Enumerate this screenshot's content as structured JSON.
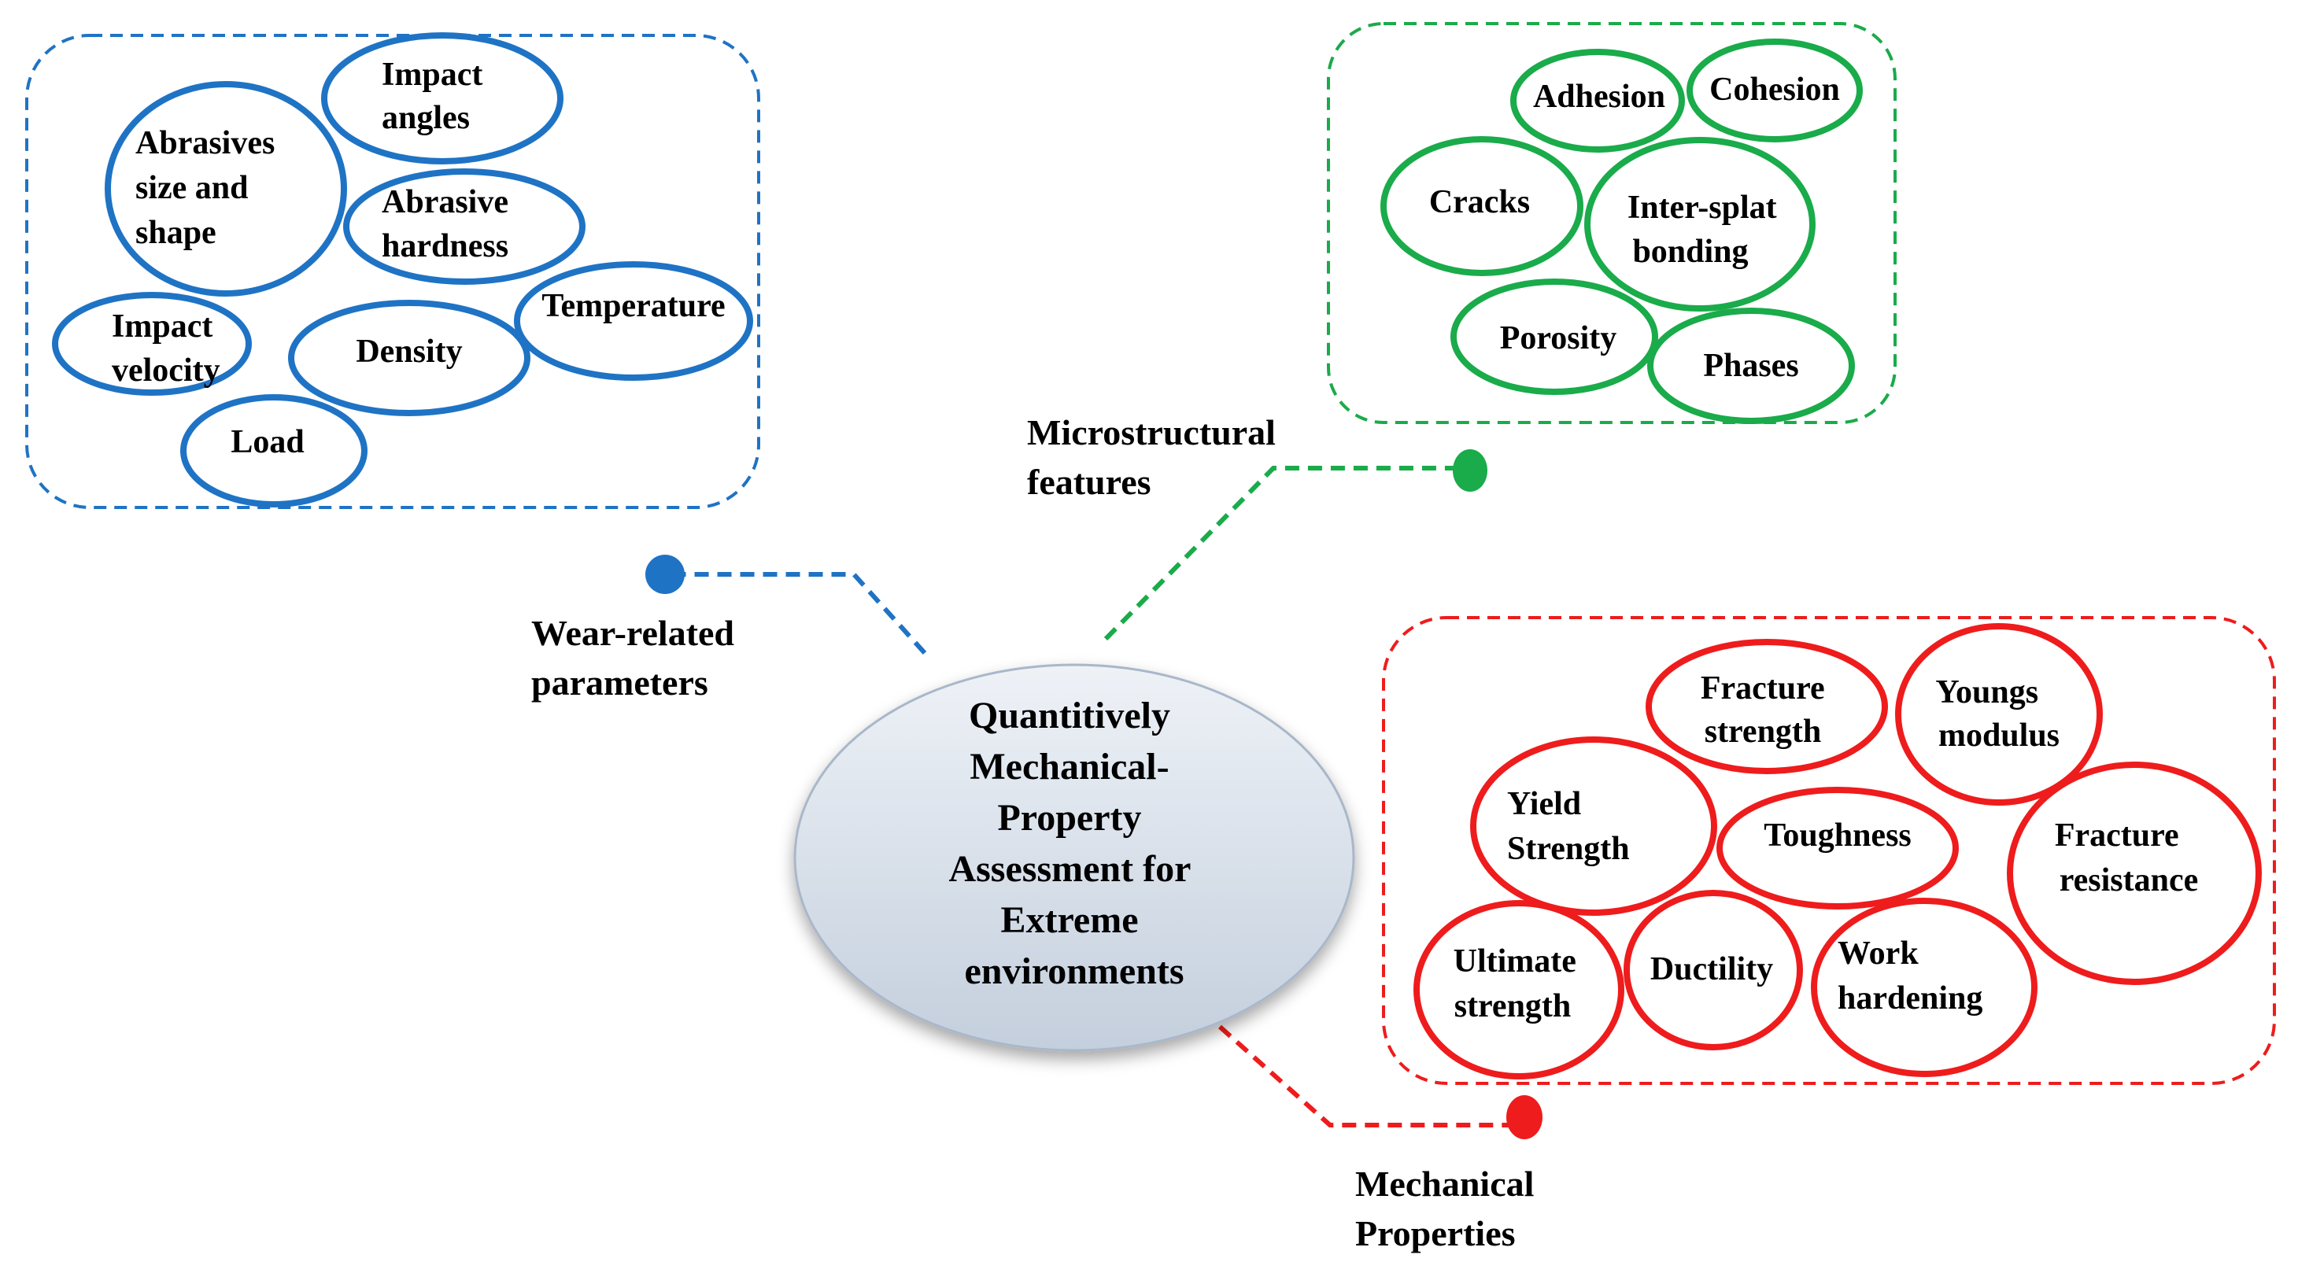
{
  "colors": {
    "wear": "#1f73c4",
    "micro": "#1aab4a",
    "mech": "#ee1c1c",
    "center_fill_top": "#eef2f7",
    "center_fill_bottom": "#c4cfdd"
  },
  "center": {
    "lines": [
      "Quantitively",
      "Mechanical-",
      "Property",
      "Assessment for",
      "Extreme",
      "environments"
    ]
  },
  "groups": {
    "wear": {
      "label_lines": [
        "Wear-related",
        "parameters"
      ],
      "nodes": [
        [
          "Impact",
          "angles"
        ],
        [
          "Abrasives",
          "size and",
          "shape"
        ],
        [
          "Abrasive",
          "hardness"
        ],
        [
          "Temperature"
        ],
        [
          "Impact",
          "velocity"
        ],
        [
          "Density"
        ],
        [
          "Load"
        ]
      ]
    },
    "micro": {
      "label_lines": [
        "Microstructural",
        "features"
      ],
      "nodes": [
        [
          "Adhesion"
        ],
        [
          "Cohesion"
        ],
        [
          "Cracks"
        ],
        [
          "Inter-splat",
          "bonding"
        ],
        [
          "Porosity"
        ],
        [
          "Phases"
        ]
      ]
    },
    "mech": {
      "label_lines": [
        "Mechanical",
        "Properties"
      ],
      "nodes": [
        [
          "Fracture",
          "strength"
        ],
        [
          "Youngs",
          "modulus"
        ],
        [
          "Yield",
          "Strength"
        ],
        [
          "Toughness"
        ],
        [
          "Fracture",
          "resistance"
        ],
        [
          "Ultimate",
          "strength"
        ],
        [
          "Ductility"
        ],
        [
          "Work",
          "hardening"
        ]
      ]
    }
  }
}
